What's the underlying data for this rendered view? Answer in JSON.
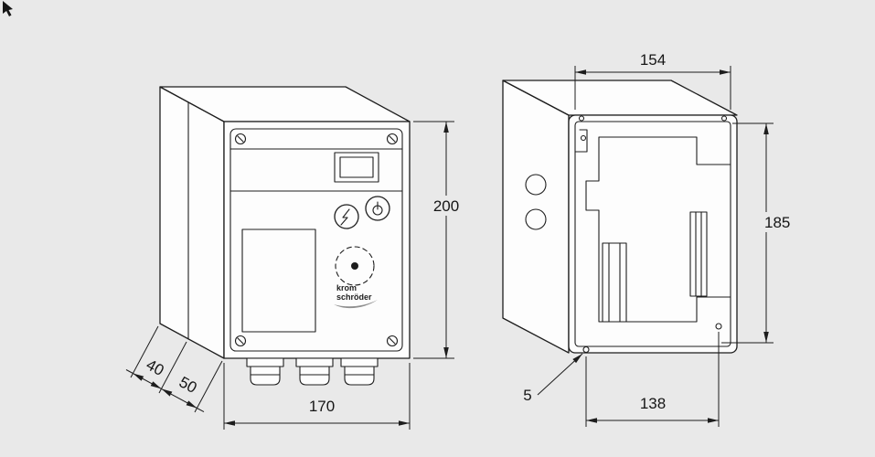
{
  "colors": {
    "background": "#e9e9e9",
    "line": "#1d1d1d",
    "face": "#fdfdfd",
    "swoosh": "#8f8f8f"
  },
  "logo": {
    "line1": "krom",
    "line2": "schröder"
  },
  "dimensions": {
    "overall_height": "200",
    "overall_width": "170",
    "body_depth": "40",
    "door_depth": "50",
    "opening_width": "154",
    "opening_height": "185",
    "mounting_hole_diameter": "5",
    "mounting_hole_spacing": "138"
  }
}
